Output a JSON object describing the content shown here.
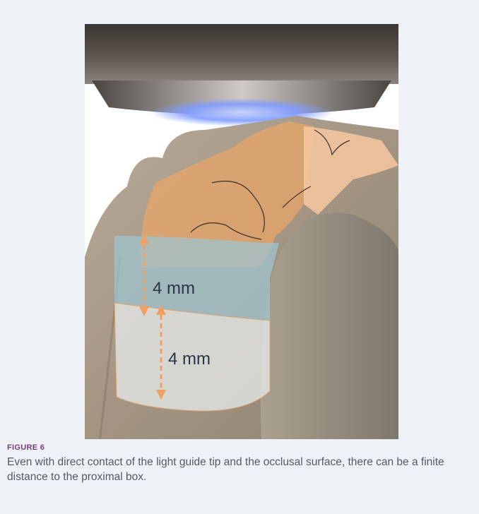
{
  "figure": {
    "label": "FIGURE 6",
    "caption": "Even with direct contact of the light guide tip and the occlusal surface, there can be a finite distance to the proximal box."
  },
  "annotations": {
    "upper_increment": "4 mm",
    "lower_increment": "4 mm"
  },
  "colors": {
    "composite_orange": "#e8a56a",
    "upper_layer_blue": "#9fc3cf",
    "lower_layer_white": "#e4e7e6",
    "arrow_orange": "#f0a060",
    "light_blue_glow": "#7f9bff"
  }
}
